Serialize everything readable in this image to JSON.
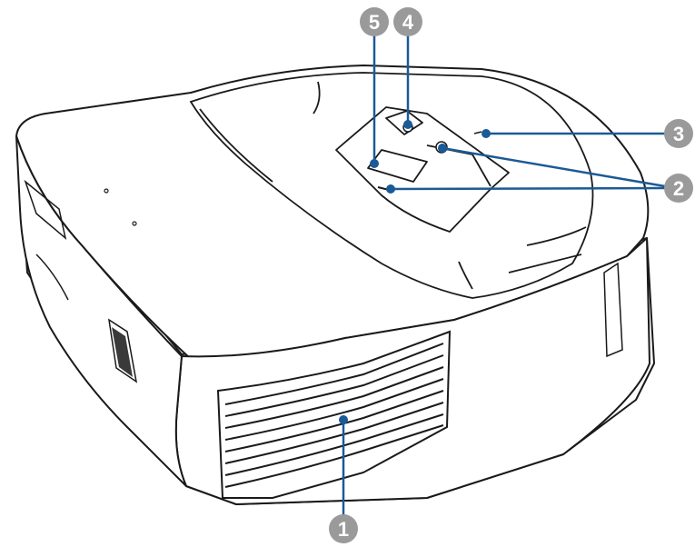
{
  "callouts": {
    "c1": {
      "label": "1"
    },
    "c2": {
      "label": "2"
    },
    "c3": {
      "label": "3"
    },
    "c4": {
      "label": "4"
    },
    "c5": {
      "label": "5"
    }
  },
  "colors": {
    "leader_line": "#1a5a96",
    "badge_fill": "#9a9a9a",
    "outline": "#1a1a1a",
    "body_fill": "#ffffff"
  }
}
